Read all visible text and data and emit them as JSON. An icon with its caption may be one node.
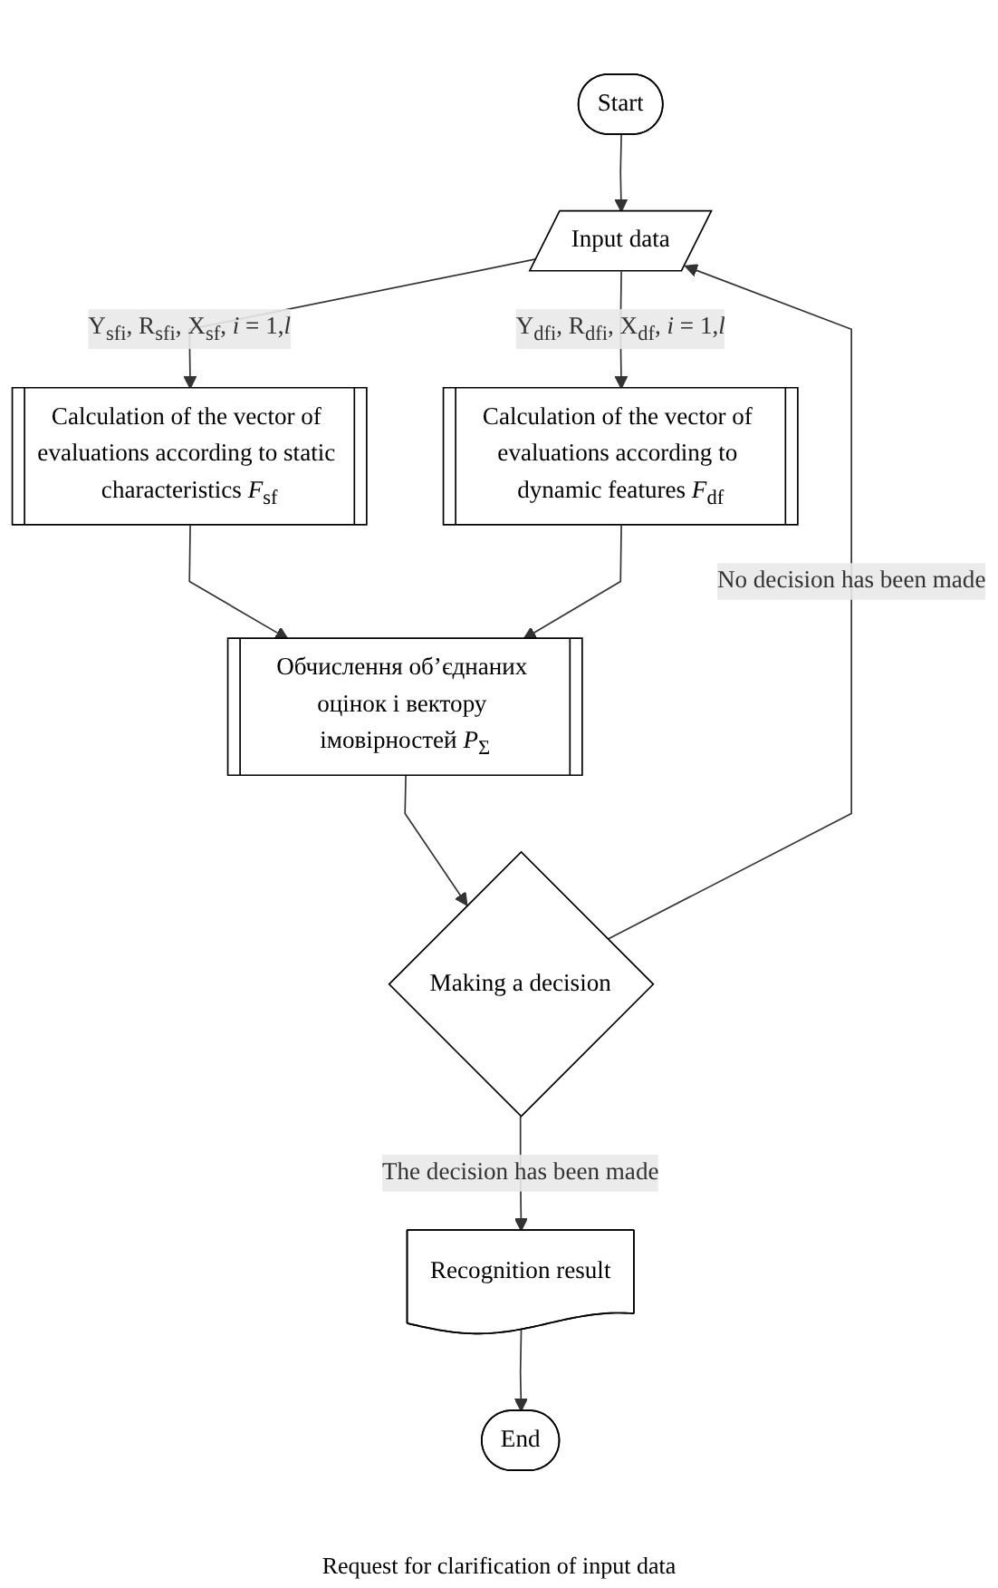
{
  "diagram": {
    "nodes": [
      {
        "text": [
          "Start"
        ]
      },
      {
        "text": [
          "Input data"
        ]
      },
      {
        "text": [
          "Calculation of the vector of evaluations according to static characteristics *F*$_{sf}$"
        ]
      },
      {
        "text": [
          "Calculation of the vector of evaluations according to dynamic features *F*$_{df}$"
        ]
      },
      {
        "text": [
          "Обчислення об’єднаних оцінок і вектору імовірностей *P*$_{Σ}$"
        ]
      },
      {
        "text": [
          "Making a decision"
        ]
      },
      {
        "text": [
          "Recognition result"
        ]
      },
      {
        "text": [
          "End"
        ]
      }
    ],
    "edges": [
      {
        "from": 0,
        "to": 1,
        "arrow": "to"
      },
      {
        "from": 1,
        "to": 2,
        "arrow": "to",
        "label": "Y$_{sfi}$, R$_{sfi}$, X$_{sf}$, *i* = 1,*l*"
      },
      {
        "from": 1,
        "to": 3,
        "arrow": "to",
        "label": "Y$_{dfi}$, R$_{dfi}$, X$_{df}$, *i* = 1,*l*"
      },
      {
        "from": 2,
        "to": 4,
        "arrow": "to"
      },
      {
        "from": 3,
        "to": 4,
        "arrow": "to"
      },
      {
        "from": 4,
        "to": 5,
        "arrow": "to"
      },
      {
        "from": 5,
        "to": 1,
        "arrow": "to",
        "label": "No decision has been made"
      },
      {
        "from": 5,
        "to": 6,
        "arrow": "to",
        "label": "The decision has been made"
      },
      {
        "from": 6,
        "to": 7,
        "arrow": "to"
      }
    ],
    "labels": [
      "Request for clarification of input data"
    ]
  }
}
